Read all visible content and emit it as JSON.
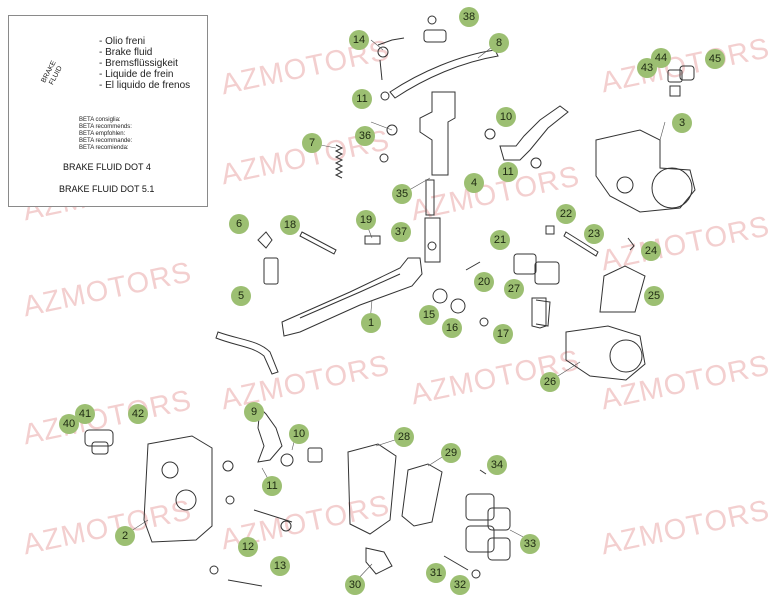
{
  "watermark": "AZMOTORS",
  "info_box": {
    "bottle_label": "BRAKE FLUID",
    "fluid_names": [
      "- Olio freni",
      "- Brake fluid",
      "- Bremsflüssigkeit",
      "- Liquide de frein",
      "- El liquido de frenos"
    ],
    "recommends": [
      "BETA consiglia:",
      "BETA recommends:",
      "BETA empfohlen:",
      "BETA recommande:",
      "BETA recomienda:"
    ],
    "dot4": "BRAKE FLUID DOT 4",
    "dot51": "BRAKE FLUID DOT 5.1"
  },
  "callouts": [
    "38",
    "14",
    "8",
    "44",
    "43",
    "45",
    "11",
    "10",
    "3",
    "7",
    "36",
    "11",
    "4",
    "35",
    "22",
    "23",
    "6",
    "18",
    "19",
    "37",
    "21",
    "24",
    "5",
    "20",
    "27",
    "25",
    "1",
    "15",
    "16",
    "17",
    "26",
    "9",
    "10",
    "41",
    "40",
    "42",
    "28",
    "29",
    "34",
    "11",
    "2",
    "12",
    "13",
    "33",
    "31",
    "32",
    "30"
  ],
  "colors": {
    "badge": "#9cbf72",
    "line": "#333333",
    "watermark": "#f3cfcf"
  }
}
